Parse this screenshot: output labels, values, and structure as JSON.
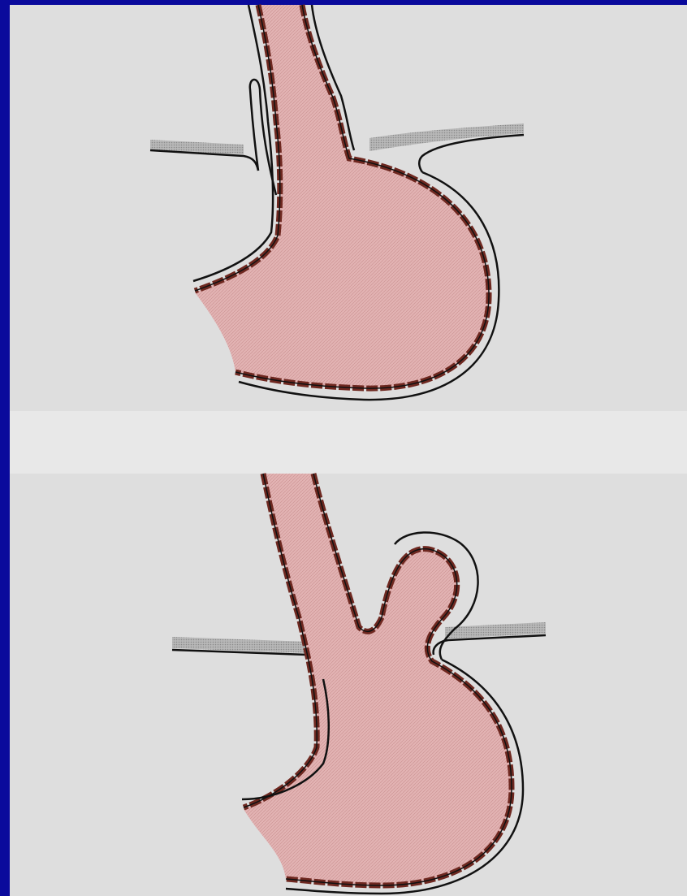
{
  "figure": {
    "panels": [
      {
        "id": "top"
      },
      {
        "id": "bottom"
      }
    ],
    "colors": {
      "background": "#0a0a9c",
      "paper": "#dedede",
      "lumen_fill": "#e2b3b3",
      "wall": "#6e2820",
      "diaphragm": "#a9a9a9",
      "outline": "#111111"
    },
    "icons": [
      "stomach-illustration",
      "diaphragm-band"
    ]
  }
}
